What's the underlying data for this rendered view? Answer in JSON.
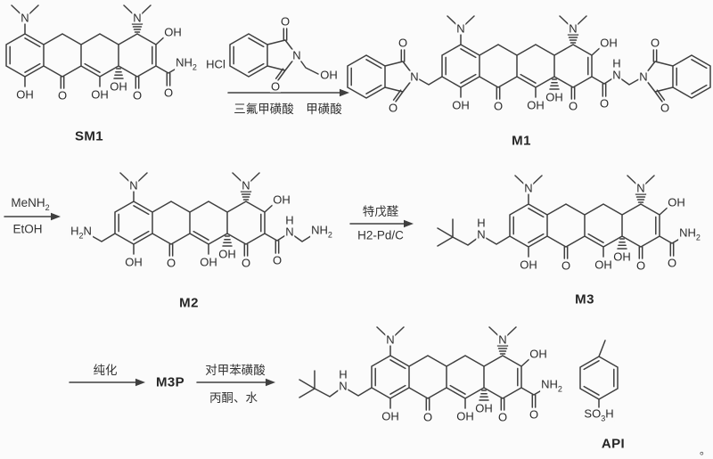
{
  "colors": {
    "background": "#fbfbfb",
    "bond": "#3f3f3f",
    "text": "#2b2b2b"
  },
  "atoms": {
    "N": "N",
    "O": "O",
    "OH": "OH",
    "H": "H",
    "NH2": "NH_2",
    "H2N": "H_2N",
    "HCl": "HCl",
    "SO3H": "SO_3H"
  },
  "compounds": {
    "sm1": "SM1",
    "m1": "M1",
    "m2": "M2",
    "m3": "M3",
    "m3p": "M3P",
    "api": "API"
  },
  "steps": {
    "step1_below": "三氟甲磺酸　甲磺酸",
    "step2_above": "MeNH_2",
    "step2_below": "EtOH",
    "step3_above": "特戊醛",
    "step3_below": "H2-Pd/C",
    "step4_above": "纯化",
    "step5_above": "对甲苯磺酸",
    "step5_below": "丙酮、水"
  },
  "footnote": "。"
}
